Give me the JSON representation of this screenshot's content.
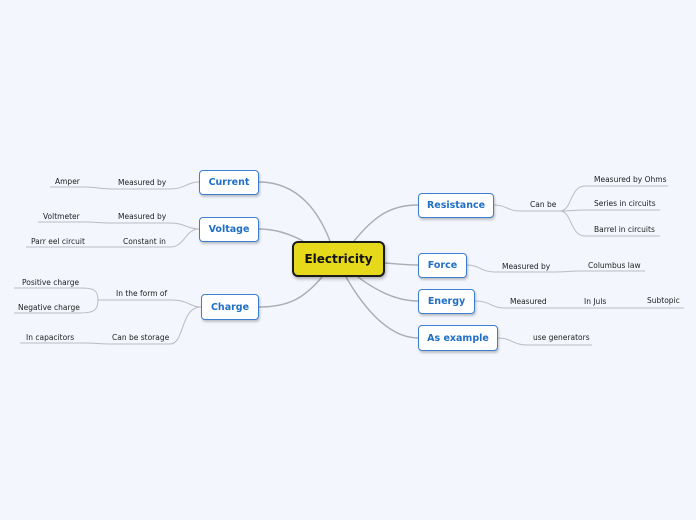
{
  "root": {
    "label": "Electricity"
  },
  "left": [
    {
      "label": "Current",
      "children": [
        {
          "label": "Measured by",
          "children": [
            {
              "label": "Amper"
            }
          ]
        }
      ]
    },
    {
      "label": "Voltage",
      "children": [
        {
          "label": "Measured by",
          "children": [
            {
              "label": "Voltmeter"
            }
          ]
        },
        {
          "label": "Constant in",
          "children": [
            {
              "label": "Parr eel circuit"
            }
          ]
        }
      ]
    },
    {
      "label": "Charge",
      "children": [
        {
          "label": "In the form of",
          "children": [
            {
              "label": "Positive charge"
            },
            {
              "label": "Negative charge"
            }
          ]
        },
        {
          "label": "Can be storage",
          "children": [
            {
              "label": "In capacitors"
            }
          ]
        }
      ]
    }
  ],
  "right": [
    {
      "label": "Resistance",
      "children": [
        {
          "label": "Can be",
          "children": [
            {
              "label": "Measured by Ohms"
            },
            {
              "label": "Series in circuits"
            },
            {
              "label": "Barrel in circuits"
            }
          ]
        }
      ]
    },
    {
      "label": "Force",
      "children": [
        {
          "label": "Measured by",
          "children": [
            {
              "label": "Columbus law"
            }
          ]
        }
      ]
    },
    {
      "label": "Energy",
      "children": [
        {
          "label": "Measured",
          "children": [
            {
              "label": "In Juls",
              "children": [
                {
                  "label": "Subtopic"
                }
              ]
            }
          ]
        }
      ]
    },
    {
      "label": "As example",
      "children": [
        {
          "label": "use generators"
        }
      ]
    }
  ]
}
